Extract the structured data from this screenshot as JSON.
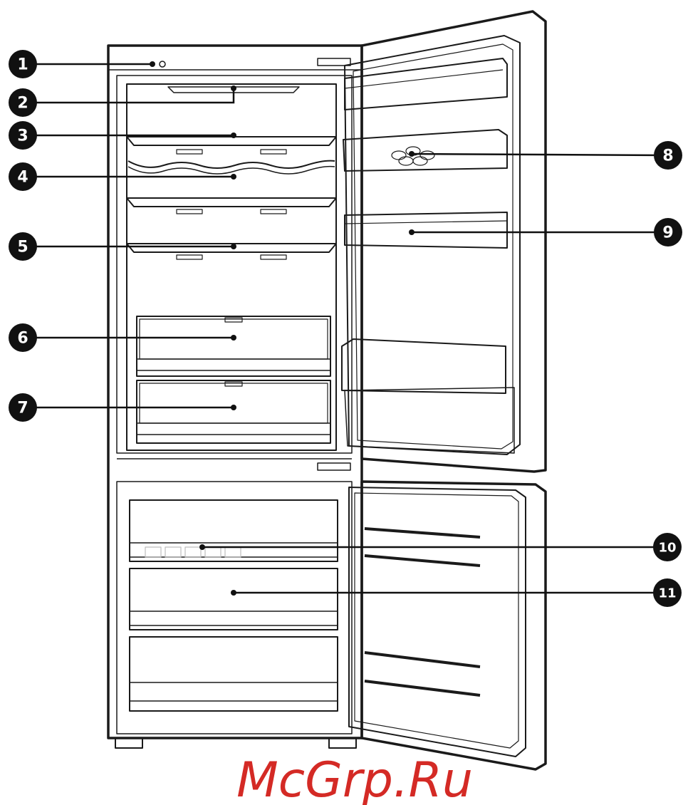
{
  "callouts": [
    {
      "number": "1",
      "target": "indicator-light"
    },
    {
      "number": "2",
      "target": "interior-lamp"
    },
    {
      "number": "3",
      "target": "top-shelf"
    },
    {
      "number": "4",
      "target": "wine-rack"
    },
    {
      "number": "5",
      "target": "middle-shelf"
    },
    {
      "number": "6",
      "target": "upper-crisper-drawer"
    },
    {
      "number": "7",
      "target": "lower-crisper-drawer"
    },
    {
      "number": "8",
      "target": "egg-tray-door-bin"
    },
    {
      "number": "9",
      "target": "middle-door-bin"
    },
    {
      "number": "10",
      "target": "freezer-top-drawer"
    },
    {
      "number": "11",
      "target": "freezer-middle-drawer"
    }
  ],
  "watermark": "McGrp.Ru",
  "colors": {
    "line": "#1a1a1a",
    "badge": "#111111",
    "watermark": "#d42a25"
  }
}
